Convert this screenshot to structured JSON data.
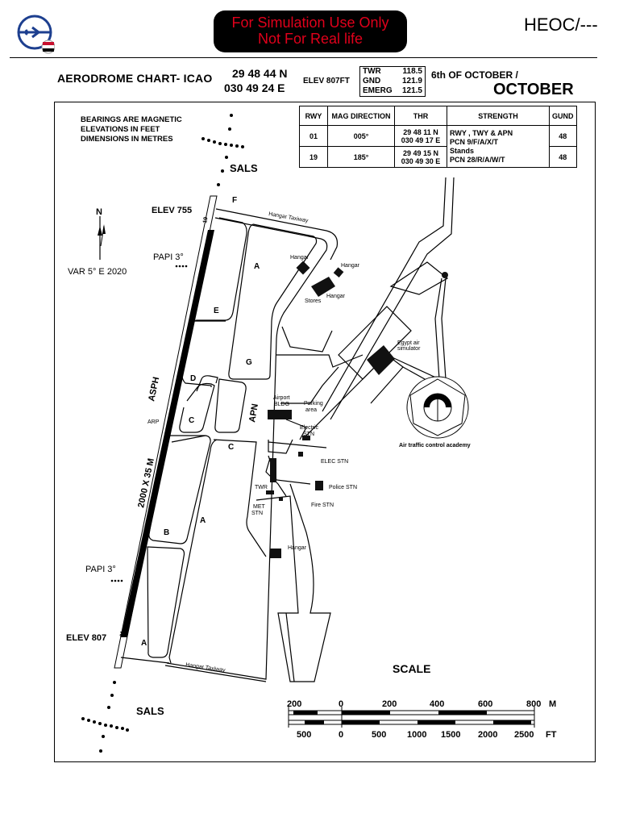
{
  "header": {
    "banner_line1": "For Simulation Use Only",
    "banner_line2": "Not For Real life",
    "code": "HEOC/---",
    "title": "AERODROME CHART- ICAO",
    "lat": "29 48 44 N",
    "lon": "030 49 24 E",
    "elev": "ELEV 807FT",
    "date": "6th OF OCTOBER /",
    "name": "OCTOBER",
    "frequencies": [
      {
        "label": "TWR",
        "value": "118.5"
      },
      {
        "label": "GND",
        "value": "121.9"
      },
      {
        "label": "EMERG",
        "value": "121.5"
      }
    ]
  },
  "notes": [
    "BEARINGS ARE MAGNETIC",
    "ELEVATIONS IN FEET",
    "DIMENSIONS IN METRES"
  ],
  "runway_table": {
    "headers": [
      "RWY",
      "MAG DIRECTION",
      "THR",
      "STRENGTH",
      "GUND"
    ],
    "rows": [
      {
        "rwy": "01",
        "mag": "005°",
        "thr1": "29 48 11 N",
        "thr2": "030 49 17 E",
        "gund": "48"
      },
      {
        "rwy": "19",
        "mag": "185°",
        "thr1": "29 49 15 N",
        "thr2": "030 49 30 E",
        "gund": "48"
      }
    ],
    "strength": [
      "RWY , TWY & APN",
      "PCN 9/F/A/X/T",
      "Stands",
      "PCN 28/R/A/W/T"
    ]
  },
  "map": {
    "sals_top": "SALS",
    "sals_bottom": "SALS",
    "north": "N",
    "variation": "VAR 5° E 2020",
    "papi_top": "PAPI 3°",
    "papi_bottom": "PAPI 3°",
    "elev_north": "ELEV 755",
    "elev_south": "ELEV 807",
    "rwy_num_north": "19",
    "rwy_num_south": "01",
    "runway_surface": "ASPH",
    "runway_dims": "2000  X  35 M",
    "arp": "ARP",
    "apron": "APN",
    "taxiway_north": "Hangar Taxiway",
    "taxiway_south": "Hangar Taxiway",
    "twy_f": "F",
    "twy_a1": "A",
    "twy_e": "E",
    "twy_g": "G",
    "twy_d": "D",
    "twy_c1": "C",
    "twy_c2": "C",
    "twy_a2": "A",
    "twy_b": "B",
    "twy_a3": "A",
    "hangar1": "Hangar",
    "hangar2": "Hangar",
    "hangar3": "Hangar",
    "stores": "Stores",
    "simulator1": "Egypt air",
    "simulator2": "simulator",
    "airport_bldg1": "Airport",
    "airport_bldg2": "BLDG",
    "parking1": "Parking",
    "parking2": "area",
    "electric1": "Electric",
    "electric2": "STN",
    "academy": "Air traffic control academy",
    "elec_stn": "ELEC STN",
    "police_stn": "Police STN",
    "fire_stn": "Fire STN",
    "twr": "TWR",
    "met1": "MET",
    "met2": "STN",
    "hangar4": "Hangar"
  },
  "scale": {
    "title": "SCALE",
    "m_ticks": [
      "200",
      "0",
      "200",
      "400",
      "600",
      "800"
    ],
    "m_unit": "M",
    "ft_ticks": [
      "500",
      "0",
      "500",
      "1000",
      "1500",
      "2000",
      "2500"
    ],
    "ft_unit": "FT"
  }
}
